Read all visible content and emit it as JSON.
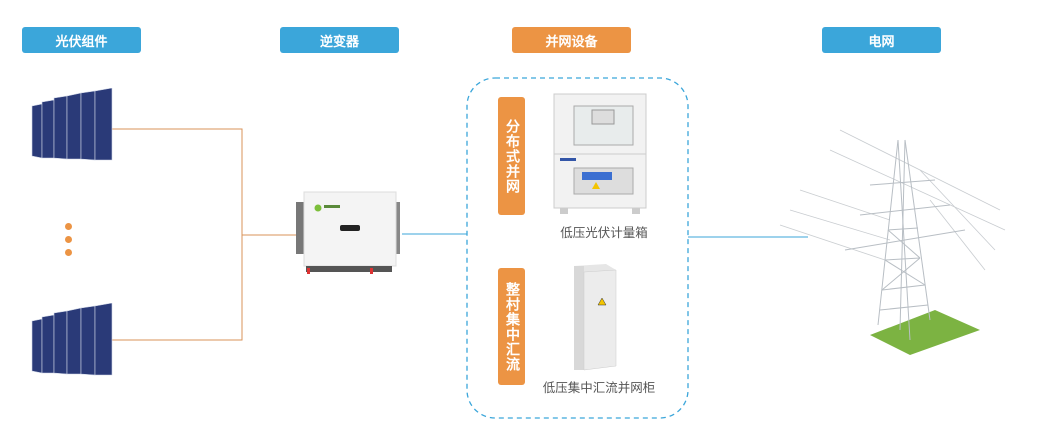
{
  "headers": {
    "pv_modules": "光伏组件",
    "inverter": "逆变器",
    "grid_equipment": "并网设备",
    "grid": "电网"
  },
  "grid_equipment": {
    "distributed": {
      "label": "分布式并网",
      "caption": "低压光伏计量箱"
    },
    "village": {
      "label": "整村集中汇流",
      "caption": "低压集中汇流并网柜"
    }
  },
  "colors": {
    "blue": "#3ba6da",
    "orange": "#ec9444",
    "wire_orange": "#d9935a",
    "wire_blue": "#3ba6da"
  }
}
